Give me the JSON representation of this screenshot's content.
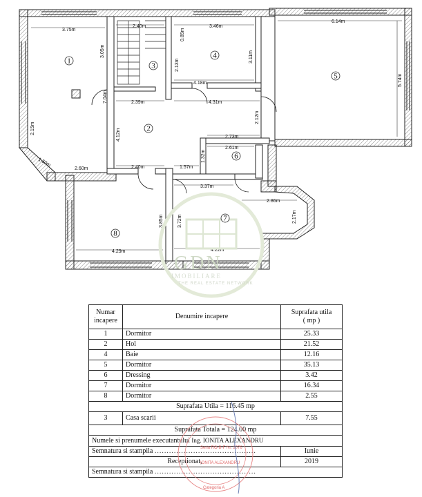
{
  "floorplan": {
    "dimensions": {
      "d1": "3.75m",
      "d2": "2.40m",
      "d3": "0.85m",
      "d4": "3.46m",
      "d5": "6.14m",
      "d6": "3.05m",
      "d7": "2.13m",
      "d8": "3.11m",
      "d9": "4.18m",
      "d10": "5.74m",
      "d11": "7.04m",
      "d12": "2.39m",
      "d13": "4.31m",
      "d14": "2.12m",
      "d15": "2.15m",
      "d16": "4.12m",
      "d17": "2.73m",
      "d18": "2.61m",
      "d19": "1.50m",
      "d20": "2.60m",
      "d21": "2.40m",
      "d22": "1.57m",
      "d23": "1.32m",
      "d24": "3.37m",
      "d25": "2.86m",
      "d26": "3.85m",
      "d27": "3.72m",
      "d28": "2.17m",
      "d29": "4.29m",
      "d30": "4.22m"
    },
    "room_numbers": [
      "1",
      "2",
      "3",
      "4",
      "5",
      "6",
      "7",
      "8"
    ]
  },
  "watermark": {
    "brand": "GDN",
    "line1": "IMOBILIARE",
    "line2": "THE REAL ESTATE NETWORK"
  },
  "table": {
    "header_number": "Numar incapere",
    "header_name": "Denumire incapere",
    "header_area": "Suprafata utila",
    "header_unit": "( mp )",
    "rows": [
      {
        "nr": "1",
        "name": "Dormitor",
        "area": "25.33"
      },
      {
        "nr": "2",
        "name": "Hol",
        "area": "21.52"
      },
      {
        "nr": "4",
        "name": "Baie",
        "area": "12.16"
      },
      {
        "nr": "5",
        "name": "Dormitor",
        "area": "35.13"
      },
      {
        "nr": "6",
        "name": "Dressing",
        "area": "3.42"
      },
      {
        "nr": "7",
        "name": "Dormitor",
        "area": "16.34"
      },
      {
        "nr": "8",
        "name": "Dormitor",
        "area": "2.55"
      }
    ],
    "suprafata_utila": "Suprafata Utila = 116.45 mp",
    "stair_row": {
      "nr": "3",
      "name": "Casa scarii",
      "area": "7.55"
    },
    "suprafata_totala": "Suprafata Totala = 124.00 mp",
    "executant_label": "Numele si prenumele executantului",
    "executant_name": "Ing. IONITA ALEXANDRU",
    "semnatura_label": "Semnatura si stampila",
    "semnatura_dots": "..........................................",
    "month": "Iunie",
    "receptionat_label": "Receptionat,",
    "year": "2019",
    "semnatura_label_2": "Semnatura si stampila",
    "semnatura_dots_2": "..........................................",
    "stamp_text": "IONITA ALEXANDRU",
    "stamp_seria": "Seria RO-B-F Nr. 2076",
    "stamp_categoria": "Categoria A"
  }
}
